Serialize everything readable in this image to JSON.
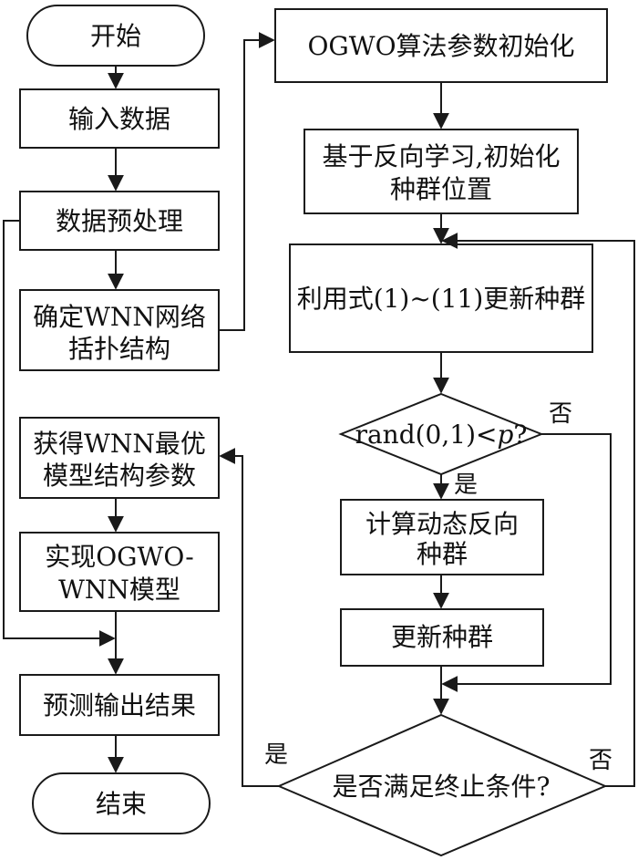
{
  "nodes": {
    "start": "开始",
    "input": "输入数据",
    "preprocess": "数据预处理",
    "topology": [
      "确定WNN网络",
      "括扑结构"
    ],
    "get_params": [
      "获得WNN最优",
      "模型结构参数"
    ],
    "realize": [
      "实现OGWO-",
      "WNN模型"
    ],
    "predict": "预测输出结果",
    "end": "结束",
    "init_params": "OGWO算法参数初始化",
    "init_pos": [
      "基于反向学习,初始化",
      "种群位置"
    ],
    "update_eq": "利用式(1)~(11)更新种群",
    "decision_rand": {
      "prefix": "rand(0,1)<",
      "var": "p",
      "suffix": "?"
    },
    "dyn_opposite": [
      "计算动态反向",
      "种群"
    ],
    "update_pop": "更新种群",
    "decision_end": "是否满足终止条件?"
  },
  "edge_labels": {
    "rand_yes": "是",
    "rand_no": "否",
    "end_yes": "是",
    "end_no": "否"
  },
  "colors": {
    "stroke": "#1a1a1a",
    "text": "#111111",
    "background": "#ffffff"
  }
}
